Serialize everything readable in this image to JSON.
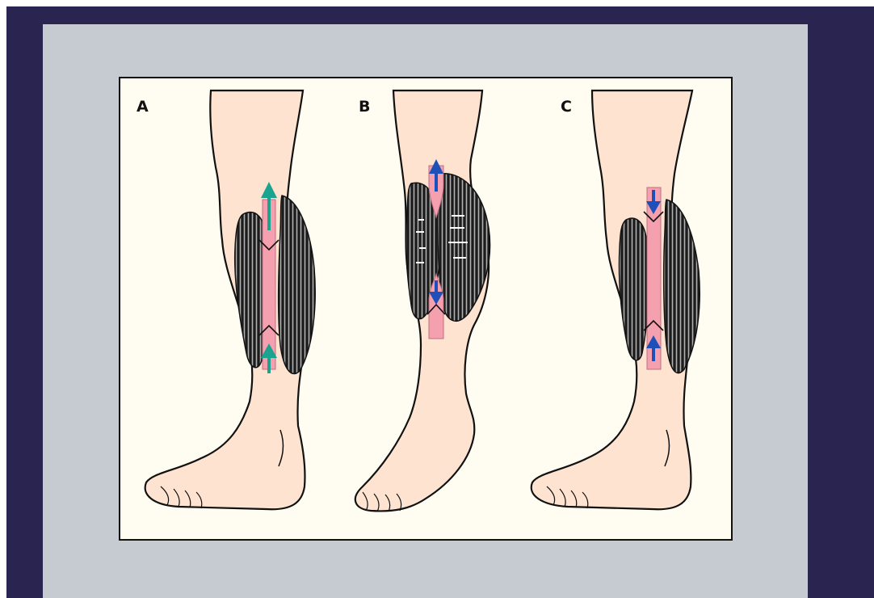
{
  "panels": [
    {
      "label": "A"
    },
    {
      "label": "B"
    },
    {
      "label": "C"
    }
  ],
  "colors": {
    "outer_frame": "#2a2450",
    "inner_frame": "#c6cbd2",
    "panel_bg": "#fffdf2",
    "skin": "#fde3d0",
    "tendon": "#f4a0ae",
    "muscle": "#3a3a3a",
    "arrow_up_a": "#1aa38f",
    "arrow_blue": "#1f4fb8"
  },
  "icons": [
    "leg-a-illustration",
    "leg-b-illustration",
    "leg-c-illustration",
    "arrow-up-icon",
    "arrow-down-icon"
  ]
}
